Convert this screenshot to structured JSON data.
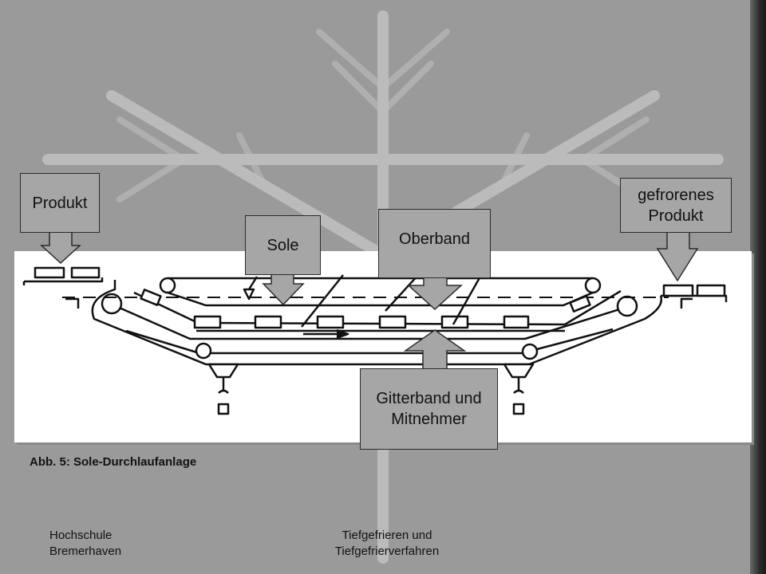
{
  "callouts": {
    "produkt": "Produkt",
    "sole": "Sole",
    "oberband": "Oberband",
    "gefrorenes_line1": "gefrorenes",
    "gefrorenes_line2": "Produkt",
    "gitterband_line1": "Gitterband und",
    "gitterband_line2": "Mitnehmer"
  },
  "caption": "Abb. 5: Sole-Durchlaufanlage",
  "footer": {
    "left_line1": "Hochschule",
    "left_line2": "Bremerhaven",
    "center_line1": "Tiefgefrieren und",
    "center_line2": "Tiefgefrierverfahren"
  },
  "colors": {
    "background": "#9a9a9a",
    "callout_fill": "#a6a6a6",
    "panel": "#ffffff"
  },
  "icons": {
    "background": "snowflake-watermark"
  }
}
